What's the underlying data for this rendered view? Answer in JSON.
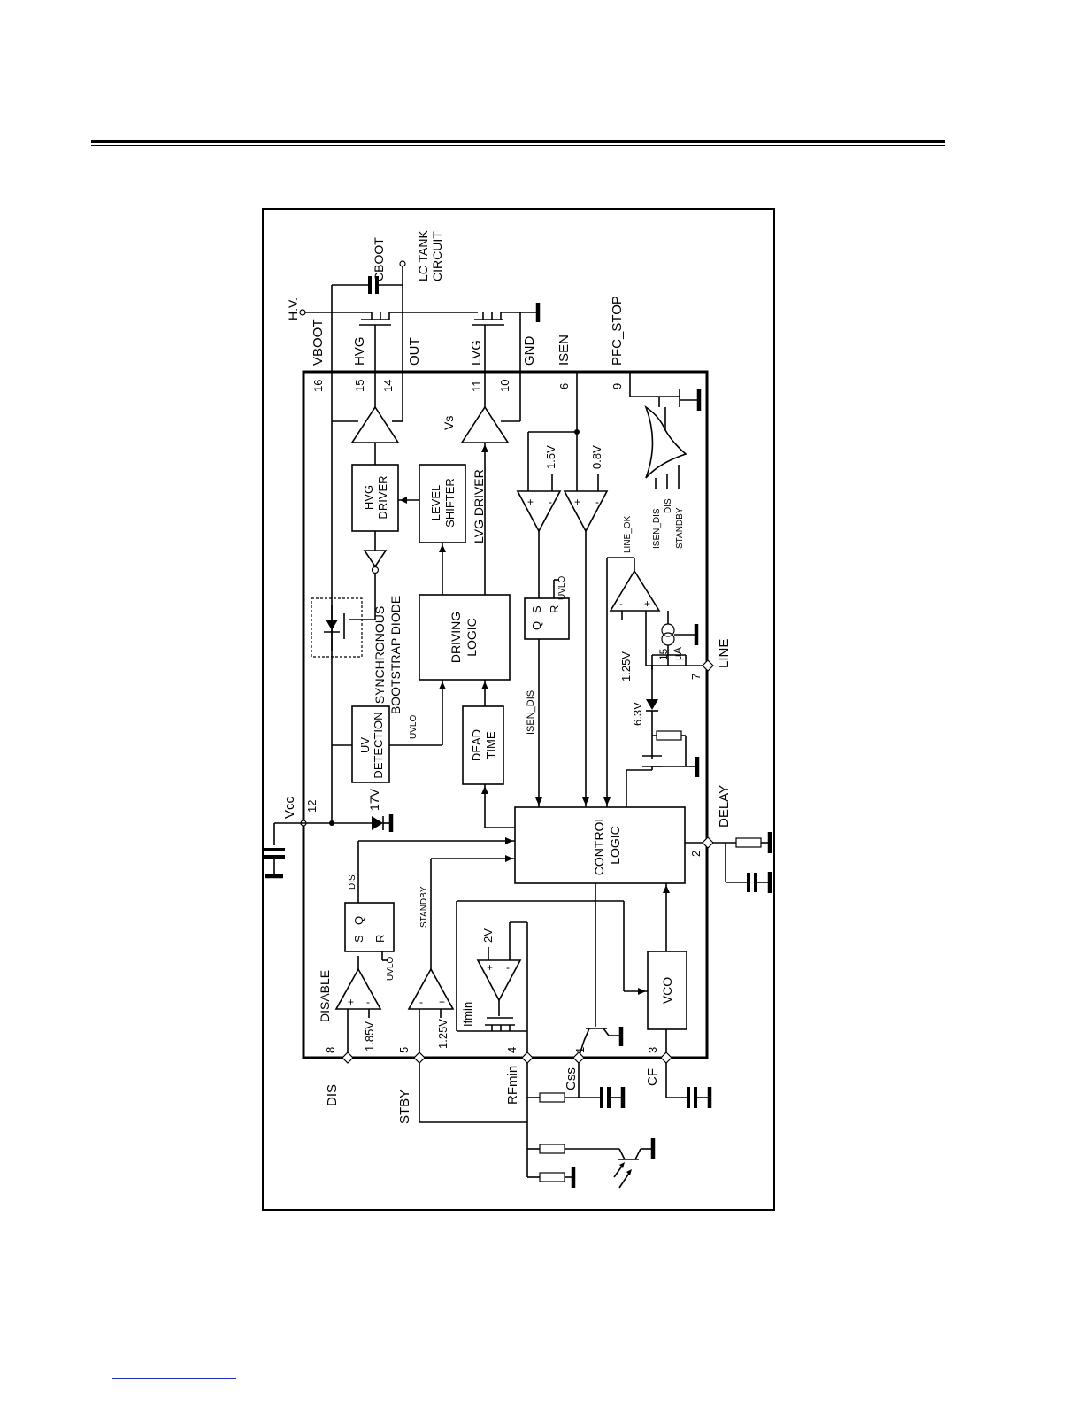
{
  "pins": {
    "vboot": "VBOOT",
    "hvg": "HVG",
    "out": "OUT",
    "lvg": "LVG",
    "gnd": "GND",
    "isen": "ISEN",
    "pfc_stop": "PFC_STOP",
    "vcc": "Vcc",
    "line": "LINE",
    "delay": "DELAY",
    "dis": "DIS",
    "stby": "STBY",
    "rfmin": "RFmin",
    "css": "Css",
    "cf": "CF",
    "hv": "H.V.",
    "cboot": "CBOOT",
    "lc_tank_1": "LC TANK",
    "lc_tank_2": "CIRCUIT"
  },
  "pin_numbers": {
    "p16": "16",
    "p15": "15",
    "p14": "14",
    "p11": "11",
    "p10": "10",
    "p6": "6",
    "p9": "9",
    "p12": "12",
    "p7": "7",
    "p2": "2",
    "p8": "8",
    "p5": "5",
    "p4": "4",
    "p1": "1",
    "p3": "3"
  },
  "blocks": {
    "hvg_driver_1": "HVG",
    "hvg_driver_2": "DRIVER",
    "level_shifter_1": "LEVEL",
    "level_shifter_2": "SHIFTER",
    "lvg_driver": "LVG DRIVER",
    "driving_logic_1": "DRIVING",
    "driving_logic_2": "LOGIC",
    "uv_detection_1": "UV",
    "uv_detection_2": "DETECTION",
    "dead_time_1": "DEAD",
    "dead_time_2": "TIME",
    "control_logic_1": "CONTROL",
    "control_logic_2": "LOGIC",
    "vco": "VCO",
    "sync_diode_1": "SYNCHRONOUS",
    "sync_diode_2": "BOOTSTRAP DIODE"
  },
  "signals": {
    "vs": "Vs",
    "v1_5": "1.5V",
    "v0_8": "0.8V",
    "uvlo": "UVLO",
    "uvlo_2": "UVLO",
    "uvlo_3": "UVLO",
    "isen_dis": "ISEN_DIS",
    "isen_dis_2": "ISEN_DIS",
    "line_ok": "LINE_OK",
    "dis_sig": "DIS",
    "dis_sig_2": "DIS",
    "standby": "STANDBY",
    "standby_2": "STANDBY",
    "v1_25_line": "1.25V",
    "i15_1": "15",
    "i15_2": "µA",
    "v6_3": "6.3V",
    "v17": "17V",
    "disable": "DISABLE",
    "v1_85": "1.85V",
    "v1_25_stby": "1.25V",
    "v2": "2V",
    "ifmin": "Ifmin",
    "latch_s": "S",
    "latch_q": "Q",
    "latch_r": "R",
    "latch2_s": "S",
    "latch2_q": "Q",
    "latch2_r": "R"
  }
}
